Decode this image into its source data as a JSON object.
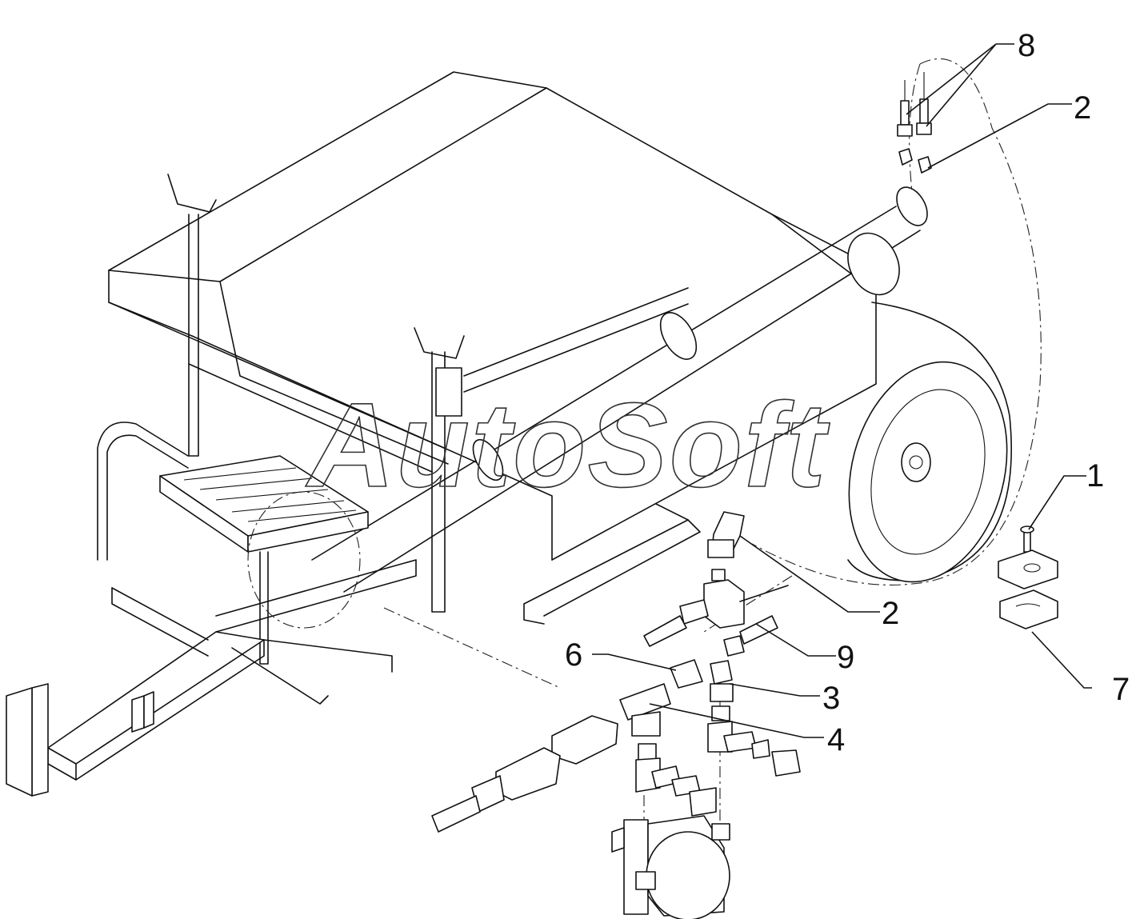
{
  "watermark": "AutoSoft",
  "callouts": [
    {
      "id": "1",
      "label": "1"
    },
    {
      "id": "2a",
      "label": "2"
    },
    {
      "id": "2b",
      "label": "2"
    },
    {
      "id": "3",
      "label": "3"
    },
    {
      "id": "4",
      "label": "4"
    },
    {
      "id": "6",
      "label": "6"
    },
    {
      "id": "7",
      "label": "7"
    },
    {
      "id": "8",
      "label": "8"
    },
    {
      "id": "9",
      "label": "9"
    }
  ]
}
